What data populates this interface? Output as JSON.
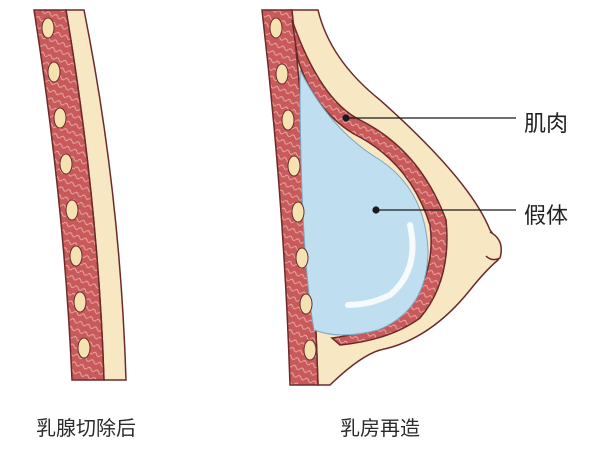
{
  "captions": {
    "left": "乳腺切除后",
    "right": "乳房再造"
  },
  "callouts": {
    "muscle": "肌肉",
    "implant": "假体"
  },
  "colors": {
    "muscle_fill": "#c85a5c",
    "muscle_texture": "#e9a9a0",
    "tissue_cells": "#f4e2b0",
    "skin_fill": "#f8e7c3",
    "implant_fill": "#bfdff0",
    "implant_highlight": "#ffffff",
    "outline": "#6b2a2a",
    "leader_line": "#1a1a1a"
  },
  "icons": {
    "watermark": "logo-watermark"
  }
}
